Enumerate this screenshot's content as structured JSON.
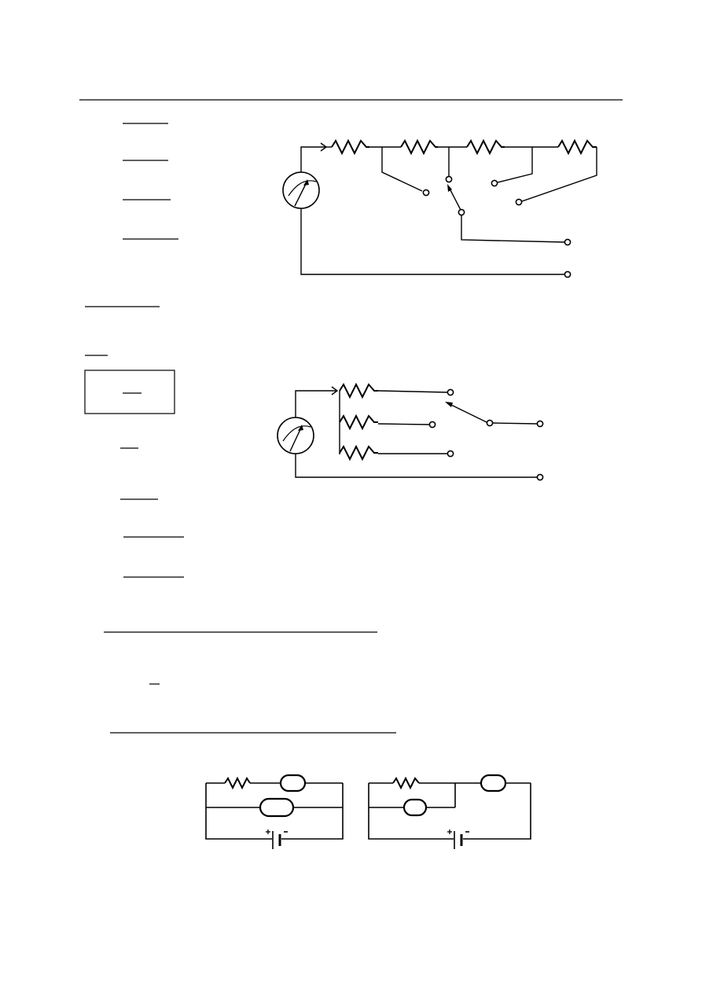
{
  "page": {
    "header_rule": "",
    "blank_lines": []
  },
  "diagrams": [
    {
      "name": "multi-range-ammeter-shunts",
      "components": [
        "galvanometer",
        "resistor",
        "resistor",
        "resistor",
        "resistor",
        "terminal",
        "terminal",
        "terminal",
        "terminal",
        "terminal",
        "terminal"
      ]
    },
    {
      "name": "multi-range-voltmeter-series-resistors",
      "components": [
        "galvanometer",
        "resistor",
        "resistor",
        "resistor",
        "switch",
        "terminal",
        "terminal",
        "terminal",
        "terminal",
        "terminal"
      ]
    },
    {
      "name": "circuit-lamps-parallel",
      "components": [
        "resistor",
        "lamp",
        "lamp",
        "cell"
      ]
    },
    {
      "name": "circuit-lamps-mixed",
      "components": [
        "resistor",
        "lamp",
        "lamp",
        "cell"
      ]
    }
  ]
}
